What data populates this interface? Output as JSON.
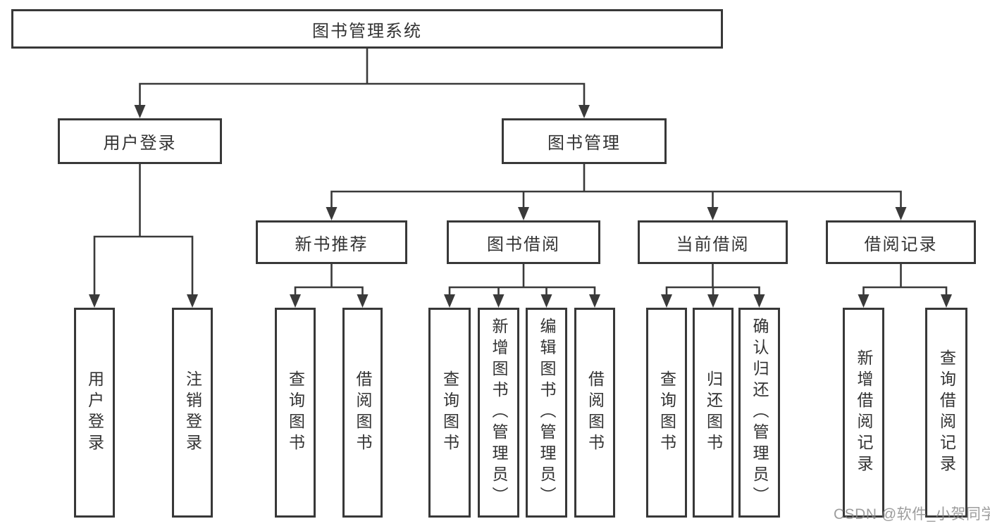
{
  "diagram": {
    "root": {
      "label": "图书管理系统",
      "children": [
        {
          "label": "用户登录",
          "children": [
            {
              "label": "用户登录"
            },
            {
              "label": "注销登录"
            }
          ]
        },
        {
          "label": "图书管理",
          "children": [
            {
              "label": "新书推荐",
              "children": [
                {
                  "label": "查询图书"
                },
                {
                  "label": "借阅图书"
                }
              ]
            },
            {
              "label": "图书借阅",
              "children": [
                {
                  "label": "查询图书"
                },
                {
                  "label": "新增图书（管理员）"
                },
                {
                  "label": "编辑图书（管理员）"
                },
                {
                  "label": "借阅图书"
                }
              ]
            },
            {
              "label": "当前借阅",
              "children": [
                {
                  "label": "查询图书"
                },
                {
                  "label": "归还图书"
                },
                {
                  "label": "确认归还（管理员）"
                }
              ]
            },
            {
              "label": "借阅记录",
              "children": [
                {
                  "label": "新增借阅记录"
                },
                {
                  "label": "查询借阅记录"
                }
              ]
            }
          ]
        }
      ]
    },
    "line_color": "#3a3a3a",
    "border_color": "#383838",
    "text_color": "#333333"
  },
  "watermark": "CSDN @软件_小贺同学"
}
